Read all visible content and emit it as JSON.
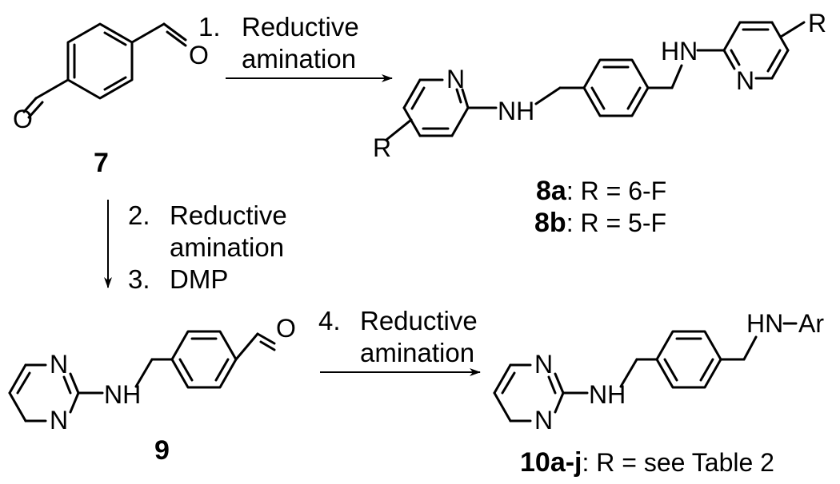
{
  "atoms": {
    "O": "O",
    "N": "N",
    "NH": "NH",
    "HN": "HN",
    "R": "R",
    "Ar": "Ar"
  },
  "compounds": {
    "c7": "7",
    "c9": "9",
    "c8a": "8a",
    "c8b": "8b",
    "c10": "10a-j"
  },
  "compound_labels": {
    "c8a_rest": ": R = 6-F",
    "c8b_rest": ": R = 5-F",
    "c10_rest": ": R = see Table 2"
  },
  "conditions": {
    "step1_num": "1.",
    "step1_line1": "Reductive",
    "step1_line2": "amination",
    "step2_num": "2.",
    "step2_line1": "Reductive",
    "step2_line2": "amination",
    "step3_num": "3.",
    "step3_text": "DMP",
    "step4_num": "4.",
    "step4_line1": "Reductive",
    "step4_line2": "amination"
  }
}
